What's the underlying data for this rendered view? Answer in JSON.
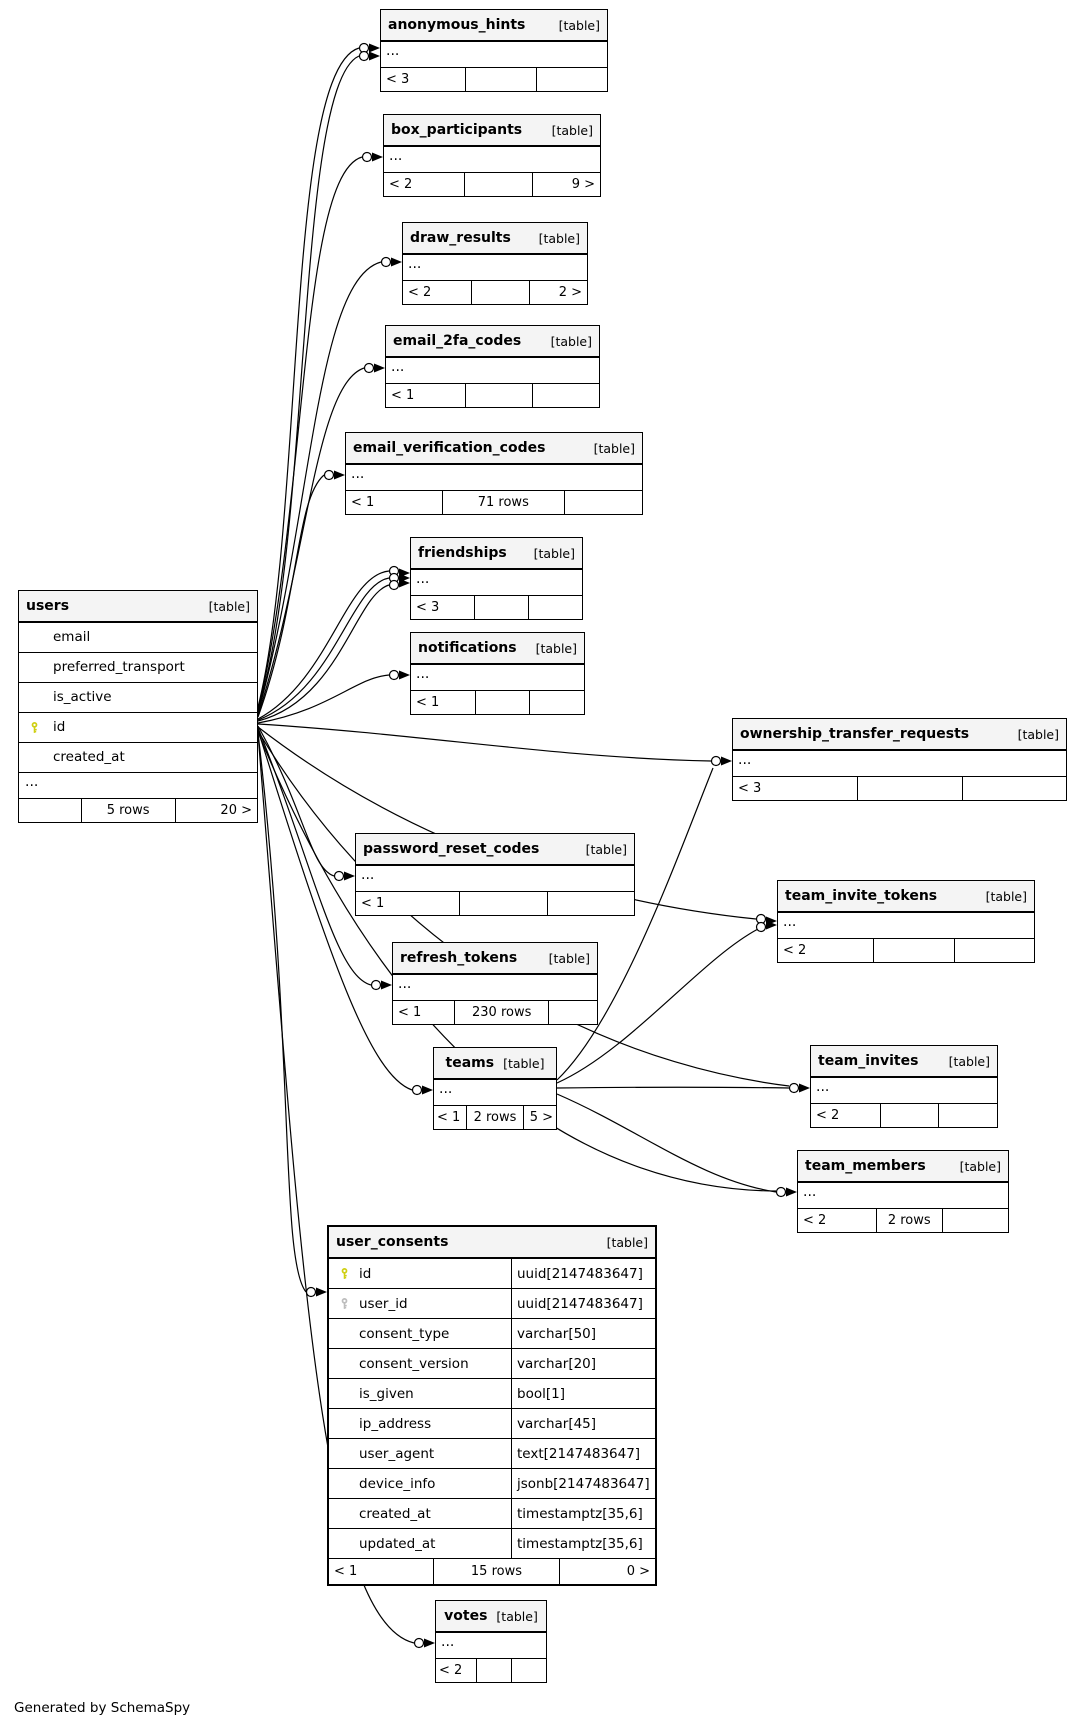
{
  "diagram": {
    "generated_by": "Generated by SchemaSpy",
    "entities": {
      "anonymous_hints": {
        "title": "anonymous_hints",
        "tag": "[table]",
        "body": "...",
        "footer": [
          "< 3",
          "",
          ""
        ]
      },
      "box_participants": {
        "title": "box_participants",
        "tag": "[table]",
        "body": "...",
        "footer": [
          "< 2",
          "",
          "9 >"
        ]
      },
      "draw_results": {
        "title": "draw_results",
        "tag": "[table]",
        "body": "...",
        "footer": [
          "< 2",
          "",
          "2 >"
        ]
      },
      "email_2fa_codes": {
        "title": "email_2fa_codes",
        "tag": "[table]",
        "body": "...",
        "footer": [
          "< 1",
          "",
          ""
        ]
      },
      "email_verification_codes": {
        "title": "email_verification_codes",
        "tag": "[table]",
        "body": "...",
        "footer": [
          "< 1",
          "71 rows",
          ""
        ]
      },
      "friendships": {
        "title": "friendships",
        "tag": "[table]",
        "body": "...",
        "footer": [
          "< 3",
          "",
          ""
        ]
      },
      "notifications": {
        "title": "notifications",
        "tag": "[table]",
        "body": "...",
        "footer": [
          "< 1",
          "",
          ""
        ]
      },
      "users": {
        "title": "users",
        "tag": "[table]",
        "columns": [
          {
            "name": "email"
          },
          {
            "name": "preferred_transport"
          },
          {
            "name": "is_active"
          },
          {
            "name": "id",
            "key": "pk"
          },
          {
            "name": "created_at"
          }
        ],
        "ellipsis": "...",
        "footer": [
          "",
          "5 rows",
          "20 >"
        ]
      },
      "ownership_transfer_requests": {
        "title": "ownership_transfer_requests",
        "tag": "[table]",
        "body": "...",
        "footer": [
          "< 3",
          "",
          ""
        ]
      },
      "password_reset_codes": {
        "title": "password_reset_codes",
        "tag": "[table]",
        "body": "...",
        "footer": [
          "< 1",
          "",
          ""
        ]
      },
      "team_invite_tokens": {
        "title": "team_invite_tokens",
        "tag": "[table]",
        "body": "...",
        "footer": [
          "< 2",
          "",
          ""
        ]
      },
      "refresh_tokens": {
        "title": "refresh_tokens",
        "tag": "[table]",
        "body": "...",
        "footer": [
          "< 1",
          "230 rows",
          ""
        ]
      },
      "teams": {
        "title": "teams",
        "tag": "[table]",
        "body": "...",
        "footer": [
          "< 1",
          "2 rows",
          "5 >"
        ]
      },
      "team_invites": {
        "title": "team_invites",
        "tag": "[table]",
        "body": "...",
        "footer": [
          "< 2",
          "",
          ""
        ]
      },
      "team_members": {
        "title": "team_members",
        "tag": "[table]",
        "body": "...",
        "footer": [
          "< 2",
          "2 rows",
          ""
        ]
      },
      "user_consents": {
        "title": "user_consents",
        "tag": "[table]",
        "columns": [
          {
            "name": "id",
            "type": "uuid[2147483647]",
            "key": "pk"
          },
          {
            "name": "user_id",
            "type": "uuid[2147483647]",
            "key": "fk"
          },
          {
            "name": "consent_type",
            "type": "varchar[50]"
          },
          {
            "name": "consent_version",
            "type": "varchar[20]"
          },
          {
            "name": "is_given",
            "type": "bool[1]"
          },
          {
            "name": "ip_address",
            "type": "varchar[45]"
          },
          {
            "name": "user_agent",
            "type": "text[2147483647]"
          },
          {
            "name": "device_info",
            "type": "jsonb[2147483647]"
          },
          {
            "name": "created_at",
            "type": "timestamptz[35,6]"
          },
          {
            "name": "updated_at",
            "type": "timestamptz[35,6]"
          }
        ],
        "footer": [
          "< 1",
          "15 rows",
          "0 >"
        ]
      },
      "votes": {
        "title": "votes",
        "tag": "[table]",
        "body": "...",
        "footer": [
          "< 2",
          "",
          ""
        ]
      }
    },
    "relationships": [
      {
        "from": "users",
        "to": "anonymous_hints"
      },
      {
        "from": "users",
        "to": "anonymous_hints"
      },
      {
        "from": "users",
        "to": "box_participants"
      },
      {
        "from": "users",
        "to": "draw_results"
      },
      {
        "from": "users",
        "to": "email_2fa_codes"
      },
      {
        "from": "users",
        "to": "email_verification_codes"
      },
      {
        "from": "users",
        "to": "friendships"
      },
      {
        "from": "users",
        "to": "friendships"
      },
      {
        "from": "users",
        "to": "friendships"
      },
      {
        "from": "users",
        "to": "notifications"
      },
      {
        "from": "users",
        "to": "ownership_transfer_requests"
      },
      {
        "from": "users",
        "to": "password_reset_codes"
      },
      {
        "from": "users",
        "to": "refresh_tokens"
      },
      {
        "from": "users",
        "to": "team_invite_tokens"
      },
      {
        "from": "users",
        "to": "teams"
      },
      {
        "from": "users",
        "to": "team_invites"
      },
      {
        "from": "users",
        "to": "team_members"
      },
      {
        "from": "users",
        "to": "user_consents"
      },
      {
        "from": "users",
        "to": "votes"
      },
      {
        "from": "teams",
        "to": "ownership_transfer_requests"
      },
      {
        "from": "teams",
        "to": "team_invite_tokens"
      },
      {
        "from": "teams",
        "to": "team_invites"
      },
      {
        "from": "teams",
        "to": "team_members"
      }
    ],
    "colors": {
      "pk_key": "#cfcf12",
      "fk_key": "#bdbdbd",
      "header_bg": "#f4f4f4",
      "line": "#000000"
    }
  }
}
